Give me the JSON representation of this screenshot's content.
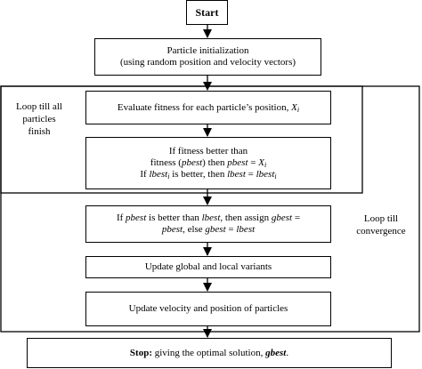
{
  "nodes": {
    "start": {
      "text": "Start"
    },
    "init": {
      "line1": "Particle initialization",
      "line2": "(using random position and velocity vectors)"
    },
    "evaluate": {
      "text": "Evaluate fitness for each particle’s position, ",
      "var": "X",
      "sub": "i"
    },
    "pbest": {
      "l1": "If fitness better than",
      "l2a": "fitness (",
      "l2b": "pbest",
      "l2c": ") then ",
      "l2d": "pbest",
      "l2e": " = ",
      "l2f": "X",
      "l2g": "i",
      "l3a": "If ",
      "l3b": "lbest",
      "l3c": "i",
      "l3d": " is better, then ",
      "l3e": "lbest",
      "l3f": " = ",
      "l3g": "lbest",
      "l3h": "i"
    },
    "gbest": {
      "l1a": "If ",
      "l1b": "pbest",
      "l1c": " is better than ",
      "l1d": "lbest",
      "l1e": ", then assign ",
      "l1f": "gbest",
      "l1g": " =",
      "l2a": "pbest",
      "l2b": ", else ",
      "l2c": "gbest",
      "l2d": " = ",
      "l2e": "lbest"
    },
    "update_variants": {
      "text": "Update global and local variants"
    },
    "update_velocity": {
      "text": "Update velocity and position of particles"
    },
    "stop": {
      "bold": "Stop:",
      "text": " giving the optimal solution, ",
      "var": "gbest",
      "end": "."
    }
  },
  "loops": {
    "particles": {
      "line1": "Loop till all",
      "line2": "particles",
      "line3": "finish"
    },
    "convergence": {
      "line1": "Loop till",
      "line2": "convergence"
    }
  }
}
